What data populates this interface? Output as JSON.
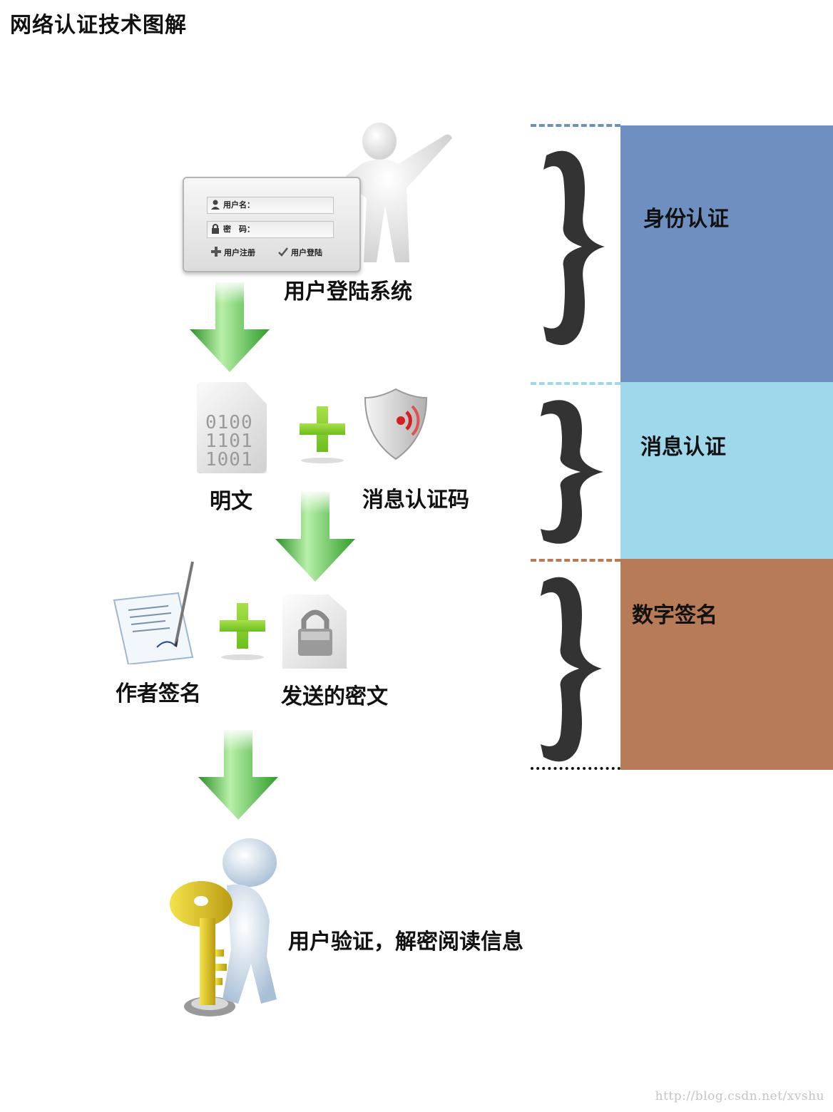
{
  "title": "网络认证技术图解",
  "login_panel": {
    "username_label": "用户名：",
    "password_label": "密　码：",
    "register_label": "用户注册",
    "login_label": "用户登陆"
  },
  "steps": {
    "login_system": "用户登陆系统",
    "plaintext": "明文",
    "plaintext_binary": [
      "0100",
      "1101",
      "1001"
    ],
    "mac": "消息认证码",
    "author_signature": "作者签名",
    "sent_ciphertext": "发送的密文",
    "verify_decrypt": "用户验证，解密阅读信息"
  },
  "bands": [
    {
      "label": "身份认证",
      "color": "#6e8fbf",
      "dash_color": "#6e8fbf"
    },
    {
      "label": "消息认证",
      "color": "#9fd8ea",
      "dash_color": "#9fd8ea"
    },
    {
      "label": "数字签名",
      "color": "#b77b58",
      "dash_color": "#b77b58"
    }
  ],
  "colors": {
    "arrow_green": "#46b83a",
    "plus_green": "#8fcf2f",
    "brace": "#333333",
    "key_yellow": "#e2c81a"
  },
  "watermark": "http://blog.csdn.net/xvshu"
}
